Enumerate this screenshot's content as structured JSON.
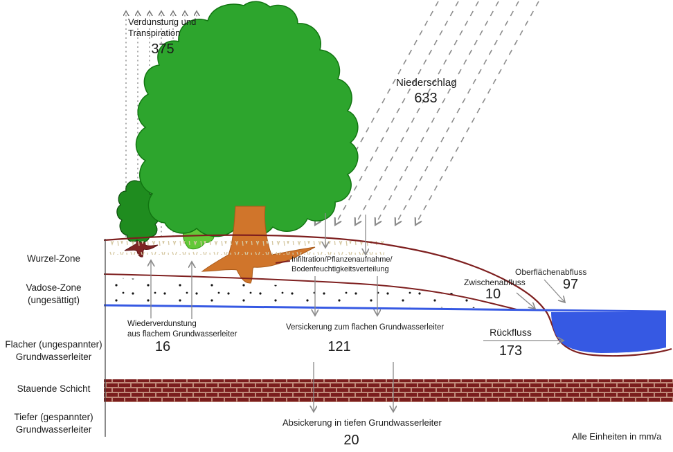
{
  "diagram": {
    "footnote": "Alle Einheiten in mm/a",
    "flows": {
      "verdunstung": {
        "label": "Verdunstung und\nTranspiration",
        "value": "375"
      },
      "niederschlag": {
        "label": "Niederschlag",
        "value": "633"
      },
      "infiltration": {
        "label": "Infiltration/Pflanzenaufnahme/\nBodenfeuchtigkeitsverteilung"
      },
      "zwischenabfluss": {
        "label": "Zwischenabfluss",
        "value": "10"
      },
      "oberflaechenabfluss": {
        "label": "Oberflächenabfluss",
        "value": "97"
      },
      "wiederverdunstung": {
        "label": "Wiederverdunstung\naus flachem Grundwasserleiter",
        "value": "16"
      },
      "versickerung": {
        "label": "Versickerung zum flachen Grundwasserleiter",
        "value": "121"
      },
      "rueckfluss": {
        "label": "Rückfluss",
        "value": "173"
      },
      "absickerung": {
        "label": "Absickerung in tiefen Grundwasserleiter",
        "value": "20"
      }
    },
    "zones": {
      "wurzel": "Wurzel-Zone",
      "vadose": "Vadose-Zone\n(ungesättigt)",
      "flacher": "Flacher (ungespannter)\nGrundwasserleiter",
      "stauende": "Stauende Schicht",
      "tiefer": "Tiefer (gespannter)\nGrundwasserleiter"
    },
    "colors": {
      "soil_line": "#7E1F1F",
      "water": "#3659E3",
      "tree_green": "#2DA52D",
      "tree_stroke": "#117511",
      "small_tree_green": "#1F8C1F",
      "small_tree_stroke": "#0D4D0D",
      "bush_green": "#63C838",
      "bush_stroke": "#3FA01E",
      "trunk": "#D0752B",
      "trunk_stroke": "#A85A1A",
      "small_trunk": "#7E2424",
      "arrow_gray": "#8A8A8A",
      "rain_gray": "#8C8C8C",
      "evap_gray": "#777777",
      "brick": "#7A1D1D",
      "mortar": "#C08A7A",
      "root_tan": "#D5C8A2",
      "dot_black": "#151515",
      "boundary": "#4A4A4A"
    }
  }
}
